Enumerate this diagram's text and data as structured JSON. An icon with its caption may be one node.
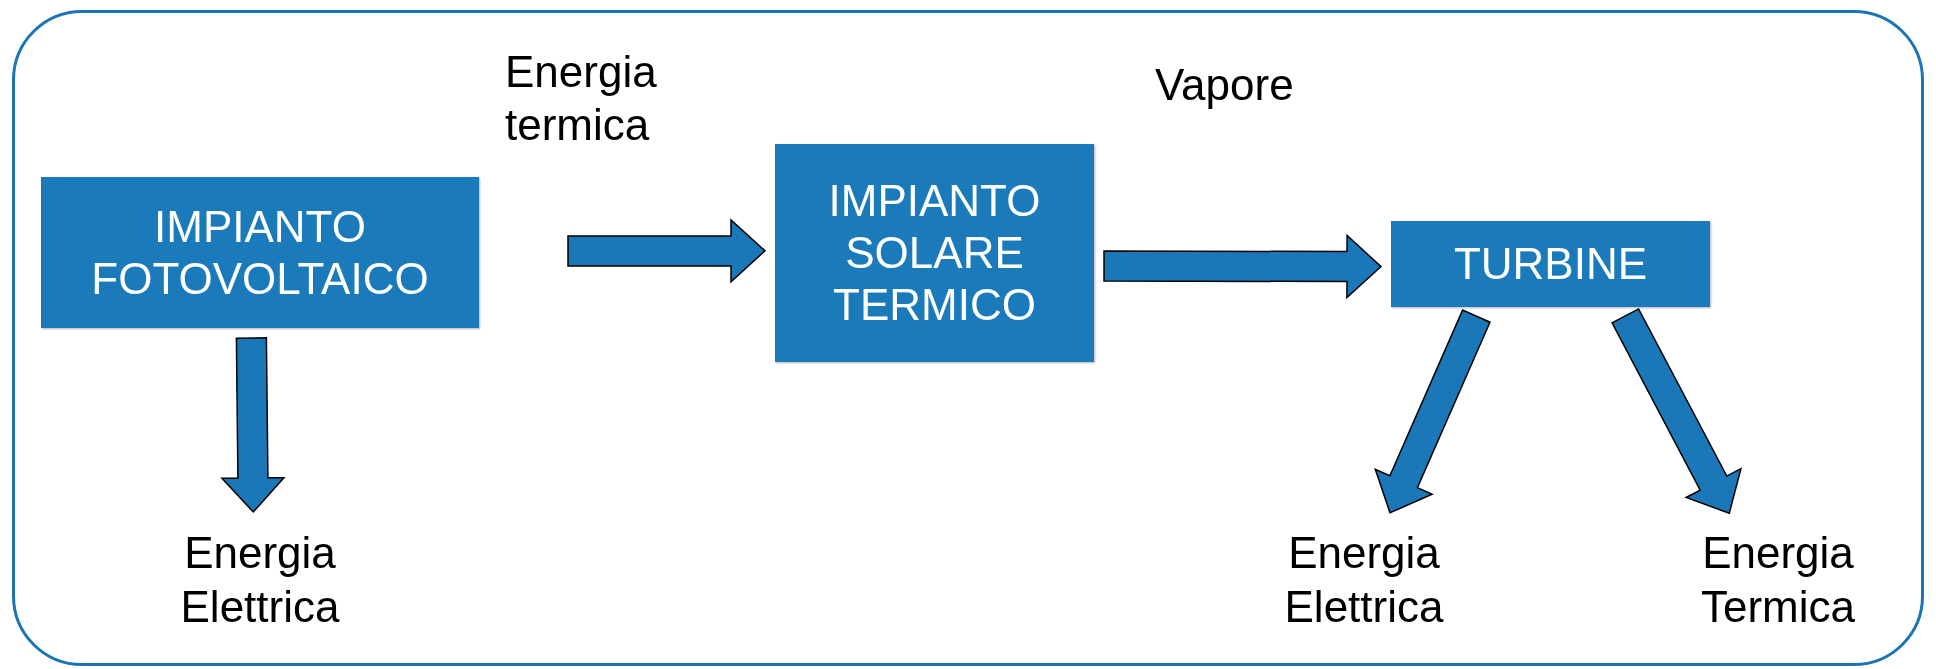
{
  "diagram": {
    "nodes": [
      {
        "text": [
          "IMPIANTO FOTOVOLTAICO"
        ]
      },
      {
        "text": [
          "IMPIANTO SOLARE TERMICO"
        ]
      },
      {
        "text": [
          "TURBINE"
        ]
      },
      {
        "text": [
          "Energia Elettrica"
        ]
      },
      {
        "text": [
          "Energia Elettrica"
        ]
      },
      {
        "text": [
          "Energia Termica"
        ]
      }
    ],
    "edges": [
      {
        "from": null,
        "to": 1,
        "arrow": "to",
        "label": "Energia termica"
      },
      {
        "from": 1,
        "to": 2,
        "arrow": "to",
        "label": "Vapore"
      },
      {
        "from": 0,
        "to": 3,
        "arrow": "to"
      },
      {
        "from": 2,
        "to": 4,
        "arrow": "to"
      },
      {
        "from": 2,
        "to": 5,
        "arrow": "to"
      }
    ]
  }
}
